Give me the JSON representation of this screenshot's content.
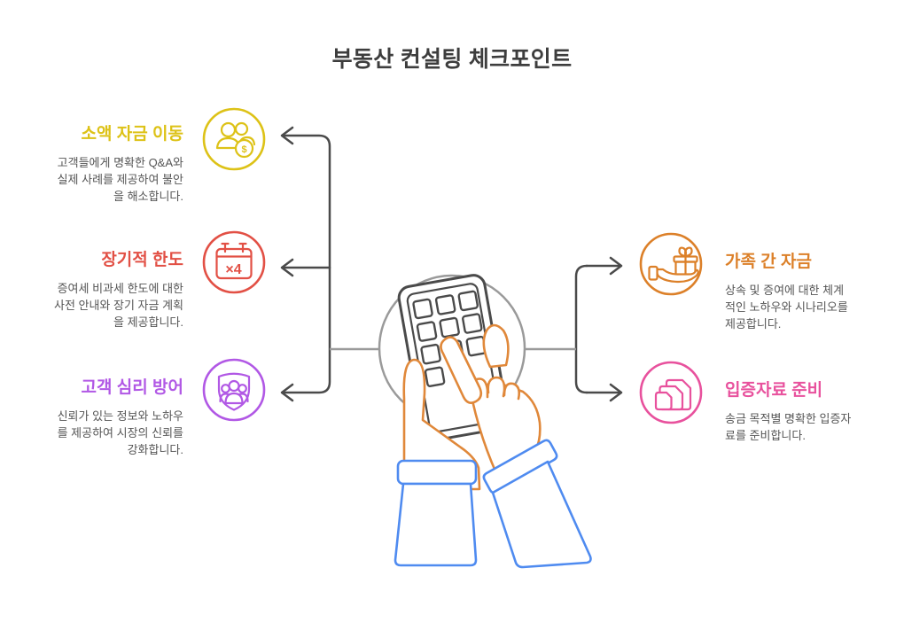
{
  "title": "부동산 컨설팅 체크포인트",
  "items": [
    {
      "id": "small-fund-transfer",
      "side": "left",
      "title": "소액 자금 이동",
      "body": "고객들에게 명확한 Q&A와\n실제 사례를 제공하여 불안\n을 해소합니다.",
      "color": "#ddc217",
      "icon": "people-dollar-icon"
    },
    {
      "id": "long-term-limit",
      "side": "left",
      "title": "장기적 한도",
      "body": "증여세 비과세 한도에 대한\n사전 안내와 장기 자금 계획\n을 제공합니다.",
      "color": "#e25045",
      "icon": "calendar-x4-icon"
    },
    {
      "id": "customer-psych-defense",
      "side": "left",
      "title": "고객 심리 방어",
      "body": "신뢰가 있는 정보와 노하우\n를 제공하여 시장의 신뢰를\n강화합니다.",
      "color": "#b158e5",
      "icon": "shield-people-icon"
    },
    {
      "id": "family-funds",
      "side": "right",
      "title": "가족 간 자금",
      "body": "상속 및 증여에 대한 체계\n적인 노하우와 시나리오를\n제공합니다.",
      "color": "#dc8029",
      "icon": "gift-hand-icon"
    },
    {
      "id": "proof-documents",
      "side": "right",
      "title": "입증자료 준비",
      "body": "송금 목적별 명확한 입증자\n료를 준비합니다.",
      "color": "#e8519d",
      "icon": "documents-icon"
    }
  ],
  "icon_labels": {
    "calendar_badge": "×4",
    "coin_symbol": "$"
  },
  "colors": {
    "line": "#4a4a4a",
    "gray": "#9a9a9a",
    "hand": "#e0883a",
    "sleeve": "#4f8bf0",
    "ink": "#3d3d3d",
    "body-ink": "#555555"
  }
}
